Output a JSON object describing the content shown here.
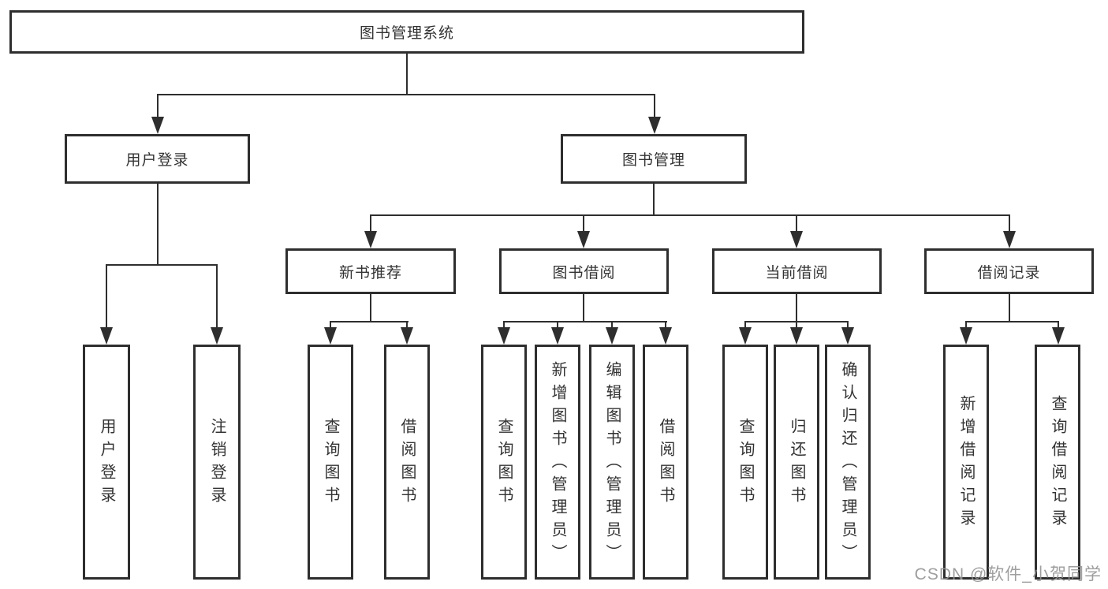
{
  "diagram": {
    "type": "hierarchy-tree",
    "watermark": "CSDN @软件_小贺同学",
    "colors": {
      "line": "#2e2e2e",
      "box_border": "#2e2e2e",
      "text": "#333333",
      "watermark": "#949494",
      "background": "#ffffff"
    },
    "tree": {
      "label": "图书管理系统",
      "children": [
        {
          "label": "用户登录",
          "children": [
            {
              "label": "用户登录"
            },
            {
              "label": "注销登录"
            }
          ]
        },
        {
          "label": "图书管理",
          "children": [
            {
              "label": "新书推荐",
              "children": [
                {
                  "label": "查询图书"
                },
                {
                  "label": "借阅图书"
                }
              ]
            },
            {
              "label": "图书借阅",
              "children": [
                {
                  "label": "查询图书"
                },
                {
                  "label": "新增图书（管理员）"
                },
                {
                  "label": "编辑图书（管理员）"
                },
                {
                  "label": "借阅图书"
                }
              ]
            },
            {
              "label": "当前借阅",
              "children": [
                {
                  "label": "查询图书"
                },
                {
                  "label": "归还图书"
                },
                {
                  "label": "确认归还（管理员）"
                }
              ]
            },
            {
              "label": "借阅记录",
              "children": [
                {
                  "label": "新增借阅记录"
                },
                {
                  "label": "查询借阅记录"
                }
              ]
            }
          ]
        }
      ]
    }
  }
}
